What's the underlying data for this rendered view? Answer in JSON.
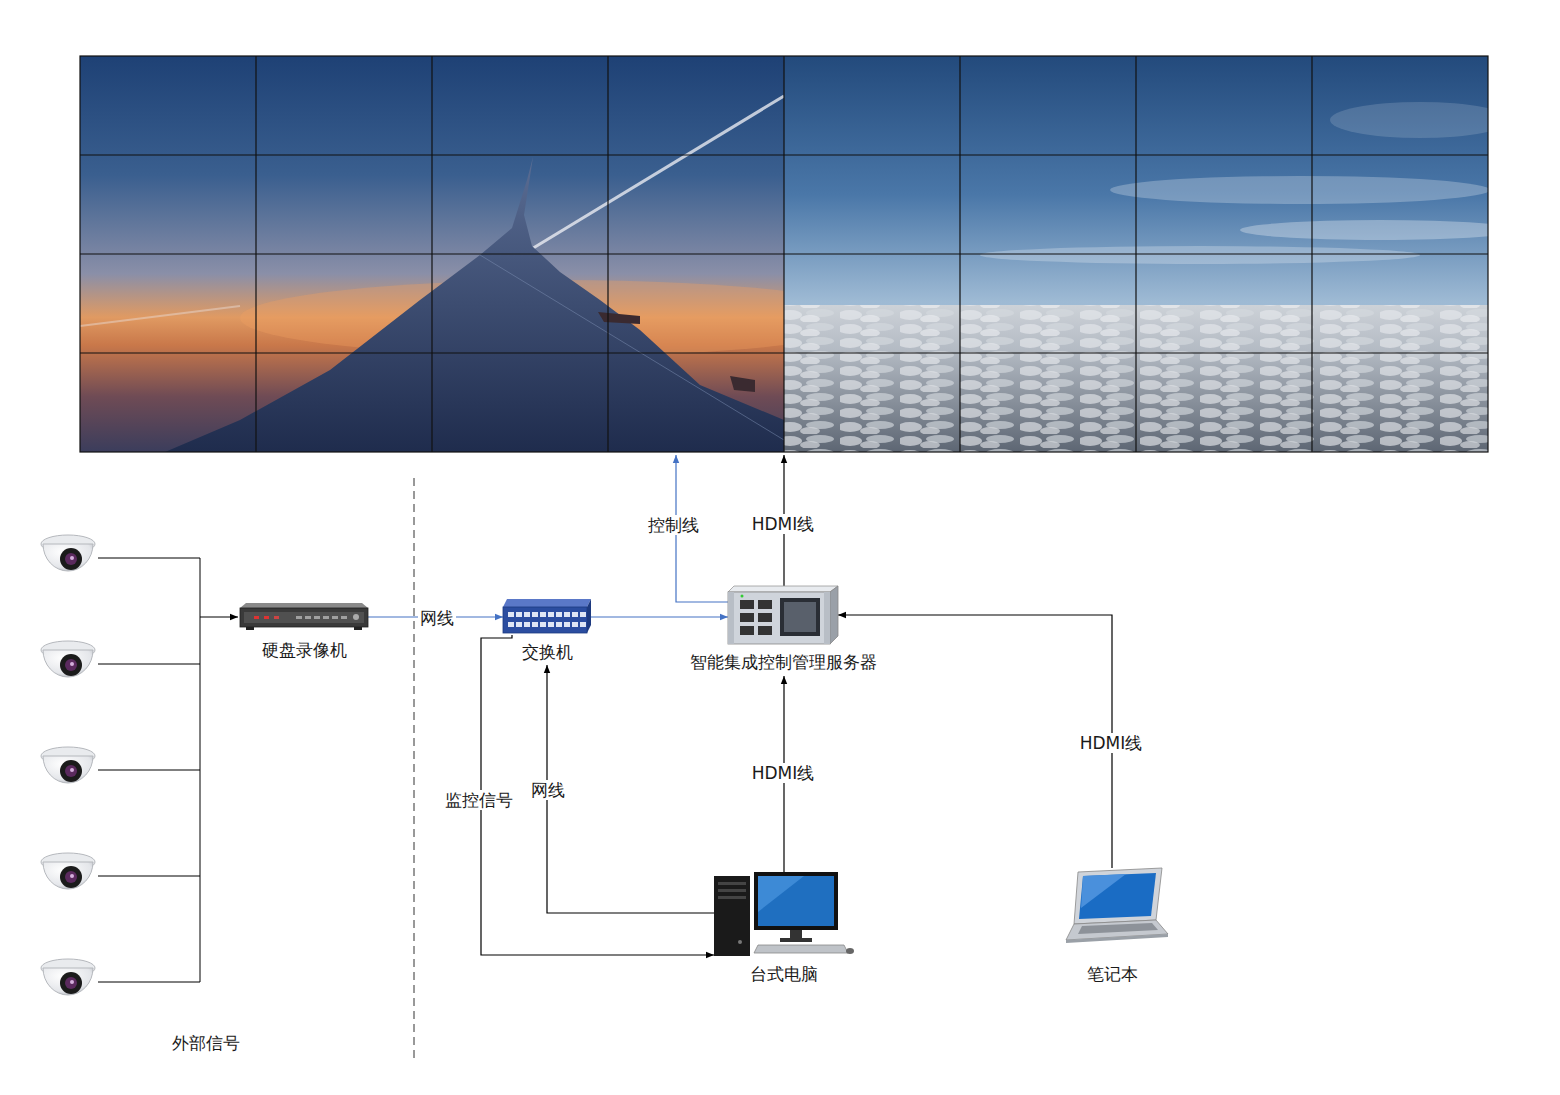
{
  "diagram": {
    "nodes": [
      {
        "text": [
          "硬盘录像机"
        ]
      },
      {
        "text": [
          "交换机"
        ]
      },
      {
        "text": [
          "智能集成控制管理服务器"
        ]
      },
      {
        "text": [
          "台式电脑"
        ]
      },
      {
        "text": [
          "笔记本"
        ]
      }
    ],
    "edges": [
      {
        "from": 0,
        "to": 1,
        "label": "网线",
        "arrow": "to"
      },
      {
        "from": 1,
        "to": 2,
        "arrow": "to"
      },
      {
        "from": 3,
        "to": 1,
        "label": "网线",
        "arrow": "to"
      },
      {
        "from": 1,
        "to": 3,
        "label": "监控信号",
        "arrow": "to"
      },
      {
        "from": 3,
        "to": 2,
        "label": "HDMI线",
        "arrow": "to"
      },
      {
        "from": 4,
        "to": 2,
        "label": "HDMI线",
        "arrow": "to"
      }
    ],
    "labels": [
      "控制线",
      "HDMI线",
      "外部信号"
    ]
  }
}
